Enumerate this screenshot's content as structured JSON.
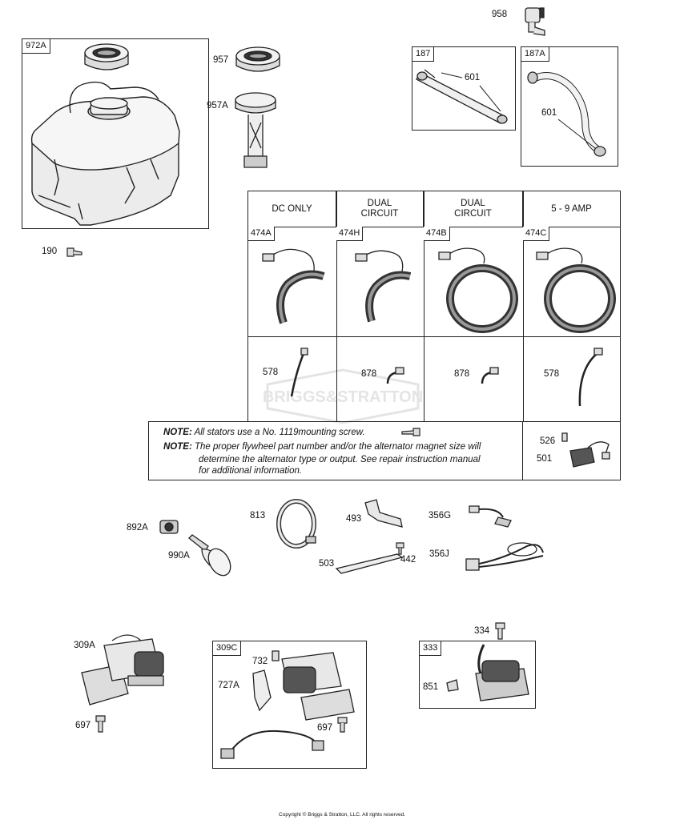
{
  "labels": {
    "l958": "958",
    "l957": "957",
    "l957a": "957A",
    "l190": "190",
    "l601a": "601",
    "l601b": "601",
    "l578a": "578",
    "l878a": "878",
    "l878b": "878",
    "l578b": "578",
    "l526": "526",
    "l501": "501",
    "l892a": "892A",
    "l990a": "990A",
    "l813": "813",
    "l493": "493",
    "l503": "503",
    "l442": "442",
    "l356g": "356G",
    "l356j": "356J",
    "l309a": "309A",
    "l697a": "697",
    "l732": "732",
    "l727a": "727A",
    "l697b": "697",
    "l334": "334",
    "l851": "851"
  },
  "boxes": {
    "b972a": "972A",
    "b187": "187",
    "b187a": "187A",
    "b309c": "309C",
    "b333": "333"
  },
  "stator_table": {
    "headers": [
      "DC ONLY",
      "DUAL\nCIRCUIT",
      "DUAL\nCIRCUIT",
      "5 - 9 AMP"
    ],
    "codes": [
      "474A",
      "474H",
      "474B",
      "474C"
    ]
  },
  "notes": {
    "label": "NOTE:",
    "line1": "All stators use a No. 1119mounting screw.",
    "line2a": "The proper flywheel part number and/or the alternator magnet size will",
    "line2b": "determine the alternator type or output. See repair instruction manual",
    "line2c": "for additional information."
  },
  "watermark": "BRIGGS&STRATTON",
  "copyright": "Copyright © Briggs & Stratton, LLC. All rights reserved."
}
